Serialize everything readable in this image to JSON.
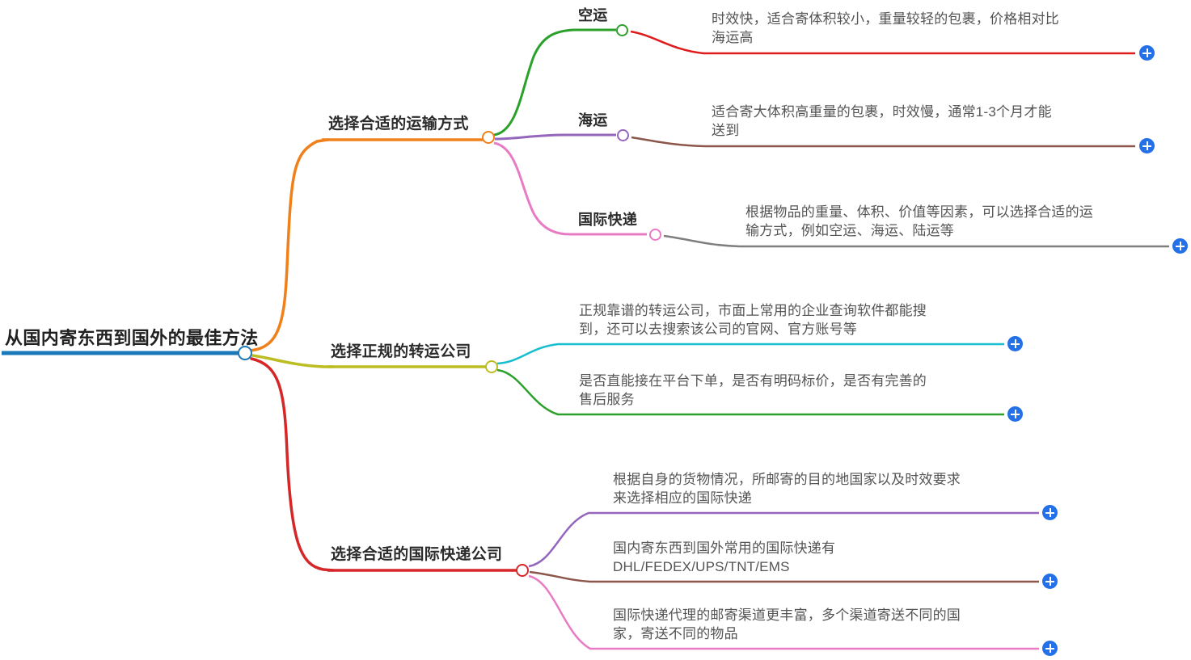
{
  "map": {
    "title": "从国内寄东西到国外的最佳方法",
    "root_color": "#1b79b8",
    "plus_button_color": "#2470e8",
    "plus_button_label": "+"
  },
  "nodes": {
    "root": {
      "label": "从国内寄东西到国外的最佳方法",
      "color": "#1b79b8"
    },
    "branch1": {
      "label": "选择合适的运输方式",
      "color": "#f08019",
      "children": [
        {
          "label": "空运",
          "color": "#2ba02b",
          "detail": "时效快，适合寄体积较小，重量较轻的包裹，价格相对比\n海运高",
          "detail_color": "#e01b1b",
          "plus": "+"
        },
        {
          "label": "海运",
          "color": "#9467bd",
          "detail": "适合寄大体积高重量的包裹，时效慢，通常1-3个月才能\n送到",
          "detail_color": "#8c564b",
          "plus": "+"
        },
        {
          "label": "国际快递",
          "color": "#e87bc4",
          "detail": "根据物品的重量、体积、价值等因素，可以选择合适的运\n输方式，例如空运、海运、陆运等",
          "detail_color": "#7f7f7f",
          "plus": "+"
        }
      ]
    },
    "branch2": {
      "label": "选择正规的转运公司",
      "color": "#bcbd22",
      "children": [
        {
          "label": "",
          "color": "",
          "detail": "正规靠谱的转运公司，市面上常用的企业查询软件都能搜\n到，还可以去搜索该公司的官网、官方账号等",
          "detail_color": "#17becf",
          "plus": "+"
        },
        {
          "label": "",
          "color": "",
          "detail": "是否直能接在平台下单，是否有明码标价，是否有完善的\n售后服务",
          "detail_color": "#2ba02b",
          "plus": "+"
        }
      ]
    },
    "branch3": {
      "label": "选择合适的国际快递公司",
      "color": "#d62728",
      "children": [
        {
          "label": "",
          "color": "",
          "detail": "根据自身的货物情况，所邮寄的目的地国家以及时效要求\n来选择相应的国际快递",
          "detail_color": "#9467bd",
          "plus": "+"
        },
        {
          "label": "",
          "color": "",
          "detail": "国内寄东西到国外常用的国际快递有\nDHL/FEDEX/UPS/TNT/EMS",
          "detail_color": "#8c564b",
          "plus": "+"
        },
        {
          "label": "",
          "color": "",
          "detail": "国际快递代理的邮寄渠道更丰富，多个渠道寄送不同的国\n家，寄送不同的物品",
          "detail_color": "#e87bc4",
          "plus": "+"
        }
      ]
    }
  }
}
